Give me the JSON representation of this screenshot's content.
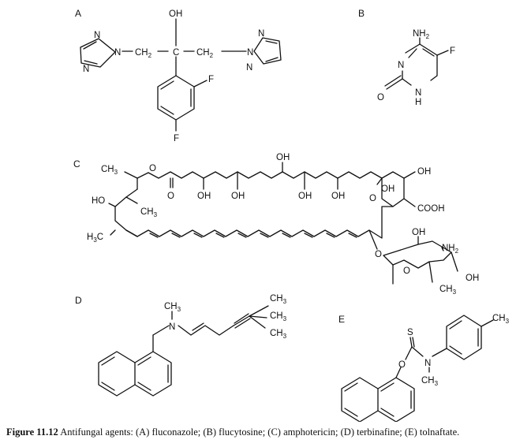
{
  "panels": [
    "A",
    "B",
    "C",
    "D",
    "E"
  ],
  "caption": {
    "label": "Figure 11.12",
    "text": "Antifungal agents: (A) fluconazole; (B) flucytosine; (C) amphotericin; (D) terbinafine; (E) tolnaftate."
  },
  "atoms": {
    "a_oh": "OH",
    "a_n1": "N",
    "a_n2": "N",
    "a_n3": "N",
    "a_c": "C",
    "a_n4": "N",
    "a_n5": "N",
    "a_n6": "N",
    "a_f1": "F",
    "a_f2": "F",
    "b_nh": "NH",
    "b_f": "F",
    "b_n": "N",
    "b_o": "O",
    "b_n2": "N",
    "b_h": "H",
    "c_ch3a": "CH",
    "c_o1": "O",
    "c_o2": "O",
    "c_ho": "HO",
    "c_ch3b": "CH",
    "c_ch3c": "C",
    "c_oh1": "OH",
    "c_oh2": "OH",
    "c_oh3": "OH",
    "c_oh4": "OH",
    "c_oh5": "OH",
    "c_oh6": "OH",
    "c_oh7": "OH",
    "c_o3": "O",
    "c_cooh": "COOH",
    "c_o4": "O",
    "c_oh8": "OH",
    "c_nh2": "NH",
    "c_o5": "O",
    "c_oh9": "OH",
    "c_ch3d": "CH",
    "d_ch3a": "CH",
    "d_n": "N",
    "d_ch3b": "CH",
    "d_ch3c": "CH",
    "d_ch3d": "CH",
    "e_s": "S",
    "e_o": "O",
    "e_n": "N",
    "e_ch3a": "CH",
    "e_ch3b": "CH"
  }
}
